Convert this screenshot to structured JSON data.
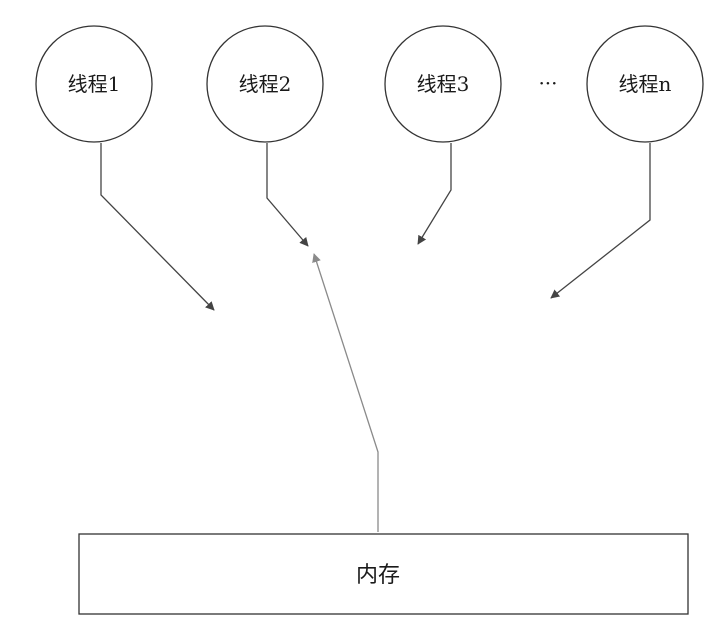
{
  "threads": [
    {
      "label": "线程1"
    },
    {
      "label": "线程2"
    },
    {
      "label": "线程3"
    },
    {
      "label": "线程n"
    }
  ],
  "ellipsis": "···",
  "memory": {
    "label": "内存"
  }
}
